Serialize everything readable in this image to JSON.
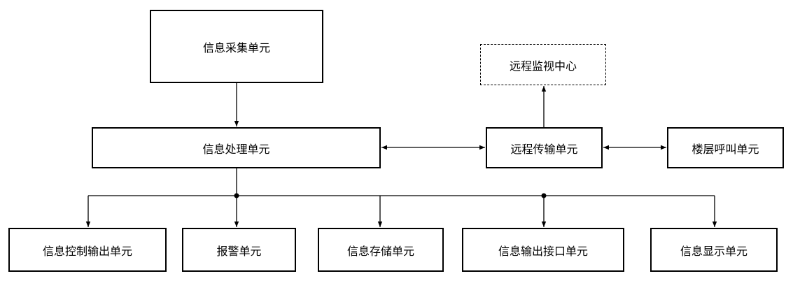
{
  "diagram": {
    "nodes": {
      "collect": "信息采集单元",
      "remote_monitor": "远程监视中心",
      "process": "信息处理单元",
      "transmit": "远程传输单元",
      "floor_call": "楼层呼叫单元",
      "control_output": "信息控制输出单元",
      "alarm": "报警单元",
      "storage": "信息存储单元",
      "output_interface": "信息输出接口单元",
      "display": "信息显示单元"
    },
    "edges": [
      {
        "from": "collect",
        "to": "process",
        "direction": "forward"
      },
      {
        "from": "process",
        "to": "transmit",
        "direction": "both"
      },
      {
        "from": "transmit",
        "to": "floor_call",
        "direction": "both"
      },
      {
        "from": "transmit",
        "to": "remote_monitor",
        "direction": "forward"
      },
      {
        "from": "process",
        "to": "control_output",
        "direction": "forward"
      },
      {
        "from": "process",
        "to": "alarm",
        "direction": "forward"
      },
      {
        "from": "process",
        "to": "storage",
        "direction": "forward"
      },
      {
        "from": "process",
        "to": "output_interface",
        "direction": "forward"
      },
      {
        "from": "process",
        "to": "display",
        "direction": "forward"
      }
    ],
    "line_color": "#000000",
    "box_fill": "#ffffff"
  }
}
